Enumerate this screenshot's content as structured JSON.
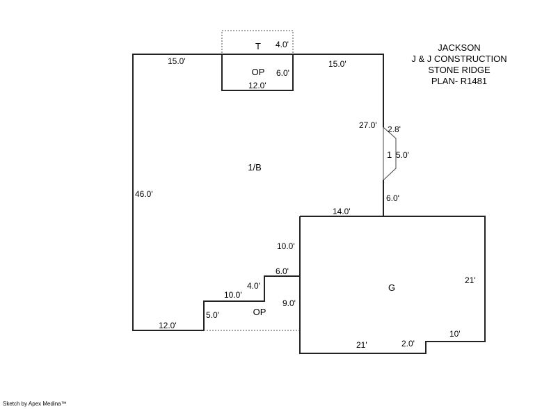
{
  "title_block": [
    "JACKSON",
    "J & J CONSTRUCTION",
    "STONE RIDGE",
    "PLAN- R1481"
  ],
  "areas": {
    "main": "1/B",
    "porch_top": "OP",
    "terrace": "T",
    "porch_bottom": "OP",
    "garage": "G",
    "bay": "1"
  },
  "dimensions": {
    "top_left": "15.0'",
    "top_right": "15.0'",
    "op_top_width": "12.0'",
    "op_top_depth": "6.0'",
    "t_depth": "4.0'",
    "right_upper": "27.0'",
    "bay_angle": "2.8'",
    "bay_depth": "5.0'",
    "right_lower": "6.0'",
    "left": "46.0'",
    "garage_top": "14.0'",
    "step_vertical_upper": "10.0'",
    "step_6": "6.0'",
    "step_4": "4.0'",
    "step_10": "10.0'",
    "op_bottom_depth": "9.0'",
    "step_5": "5.0'",
    "bottom_left": "12.0'",
    "garage_right": "21'",
    "garage_bottom": "21'",
    "garage_notch": "2.0'",
    "garage_bottom_right": "10'"
  },
  "footer": "Sketch by Apex Medina™"
}
